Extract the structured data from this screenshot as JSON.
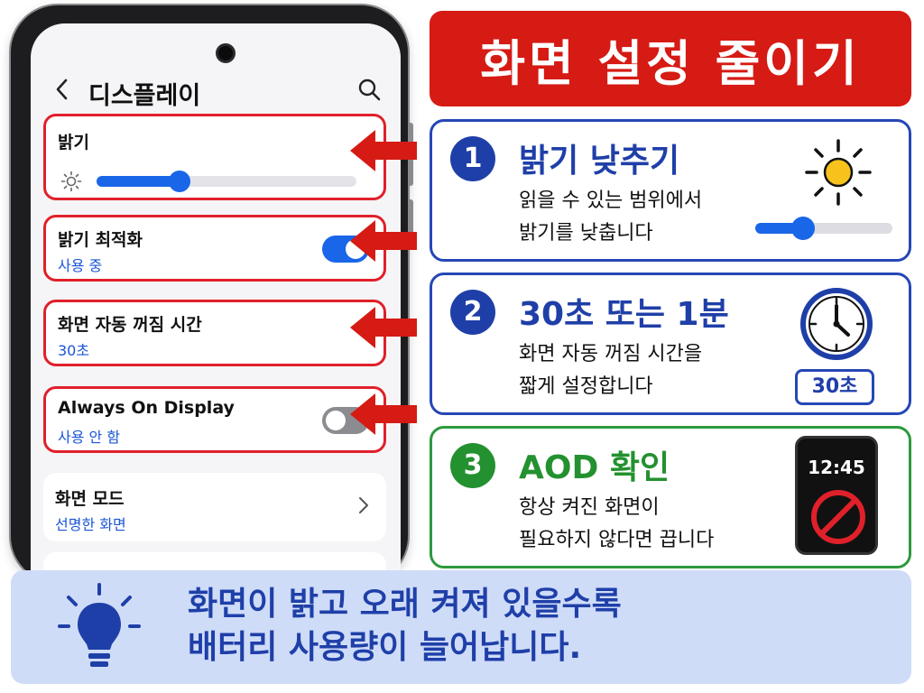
{
  "phone": {
    "header_title": "디스플레이",
    "settings": [
      {
        "label": "밝기",
        "brightness_level": 0.32
      },
      {
        "label": "밝기 최적화",
        "status": "사용 중",
        "toggle": "on"
      },
      {
        "label": "화면 자동 꺼짐 시간",
        "status": "30초"
      },
      {
        "label": "Always On Display",
        "status": "사용 안 함",
        "toggle": "off"
      },
      {
        "label": "화면 모드",
        "status": "선명한 화면"
      }
    ]
  },
  "banner": {
    "title": "화면 설정 줄이기"
  },
  "steps": [
    {
      "number": "1",
      "title": "밝기 낮추기",
      "desc_line1": "읽을 수 있는 범위에서",
      "desc_line2": "밝기를 낮춥니다",
      "icon": "sun-icon",
      "slider_level": 0.35
    },
    {
      "number": "2",
      "title": "30초 또는 1분",
      "desc_line1": "화면 자동 꺼짐 시간을",
      "desc_line2": "짧게 설정합니다",
      "icon": "clock-icon",
      "badge": "30초"
    },
    {
      "number": "3",
      "title": "AOD 확인",
      "desc_line1": "항상 켜진 화면이",
      "desc_line2": "필요하지 않다면 끕니다",
      "icon": "watch-icon",
      "time": "12:45"
    }
  ],
  "tip": {
    "line1": "화면이 밝고 오래 켜져 있을수록",
    "line2": "배터리 사용량이 늘어납니다."
  },
  "colors": {
    "accent_blue": "#1a66e8",
    "step_blue": "#1f3fa8",
    "step_green": "#23912f",
    "highlight_red": "#e0202a",
    "banner_red": "#d61a14",
    "tip_bg": "#cfdcf8"
  }
}
